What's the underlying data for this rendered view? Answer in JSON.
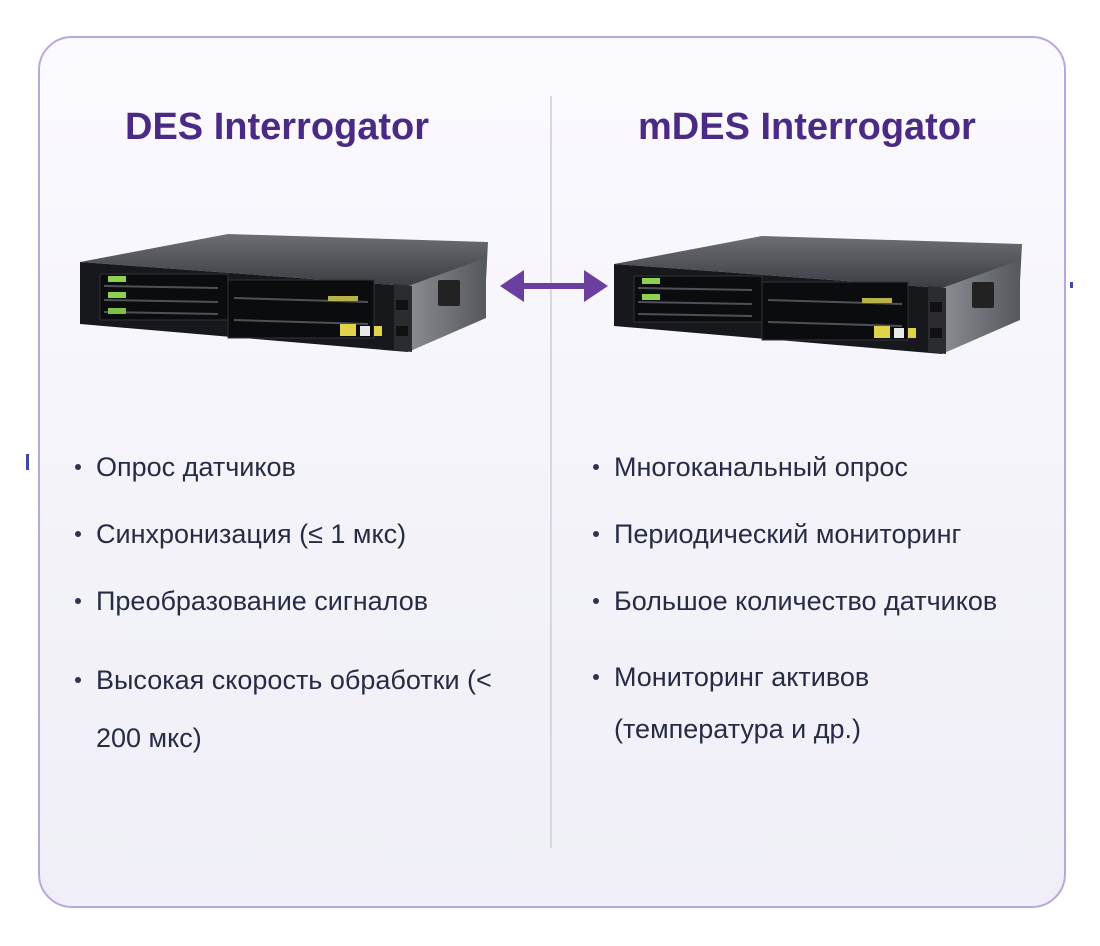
{
  "left_panel": {
    "title": "DES Interrogator",
    "device_icon": "rack-server-2u",
    "features": [
      {
        "text": "Опрос датчиков"
      },
      {
        "text": "Синхронизация (≤ 1 мкс)"
      },
      {
        "text": "Преобразование сигналов"
      },
      {
        "text": "Высокая скорость обработки (< 200 мкс)"
      }
    ]
  },
  "right_panel": {
    "title": "mDES Interrogator",
    "device_icon": "rack-server-2u",
    "features": [
      {
        "text": "Многоканальный опрос"
      },
      {
        "text": "Периодический мониторинг"
      },
      {
        "text": "Большое количество датчиков"
      },
      {
        "text": "Мониторинг активов (температура и др.)"
      }
    ]
  },
  "connector": {
    "icon": "double-headed-arrow"
  },
  "colors": {
    "title": "#4b2a86",
    "border": "#b9a6dc",
    "arrow": "#6b3fa0",
    "text": "#252c44",
    "divider": "#d8d6e0"
  }
}
